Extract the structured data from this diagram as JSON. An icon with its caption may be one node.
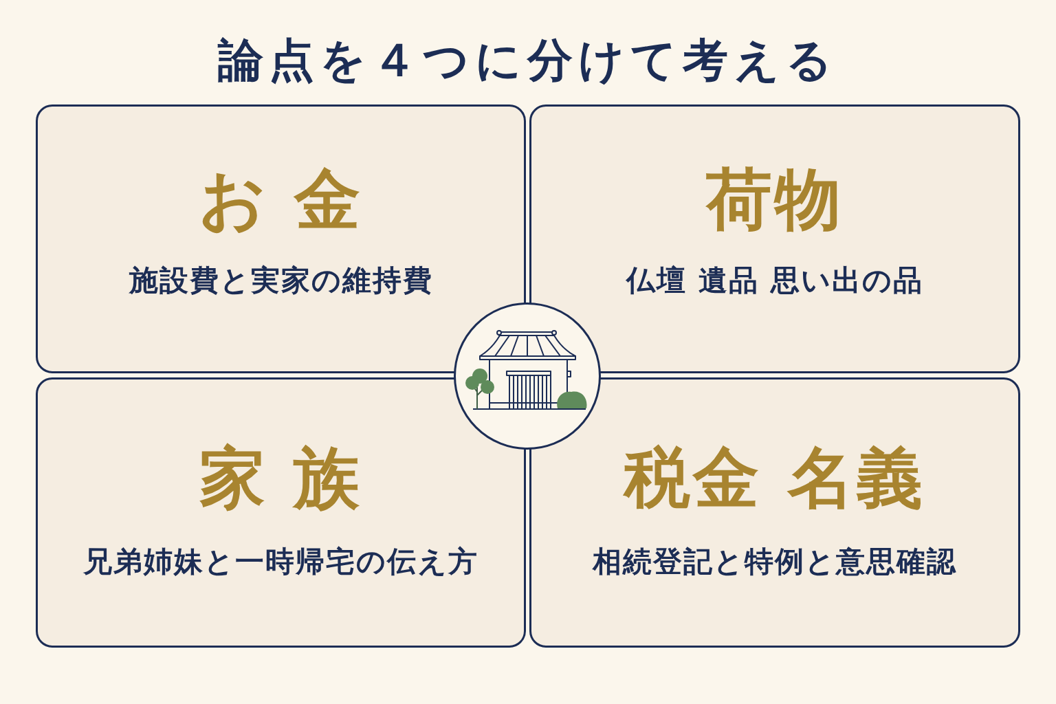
{
  "diagram": {
    "title": "論点を４つに分けて考える",
    "nodes": [
      {
        "text": [
          "お 金",
          "施設費と実家の維持費"
        ]
      },
      {
        "text": [
          "荷物",
          "仏壇 遺品 思い出の品"
        ]
      },
      {
        "text": [
          "家 族",
          "兄弟姉妹と一時帰宅の伝え方"
        ]
      },
      {
        "text": [
          "税金 名義",
          "相続登記と特例と意思確認"
        ]
      },
      {
        "text": [],
        "shape": "circle"
      }
    ]
  }
}
